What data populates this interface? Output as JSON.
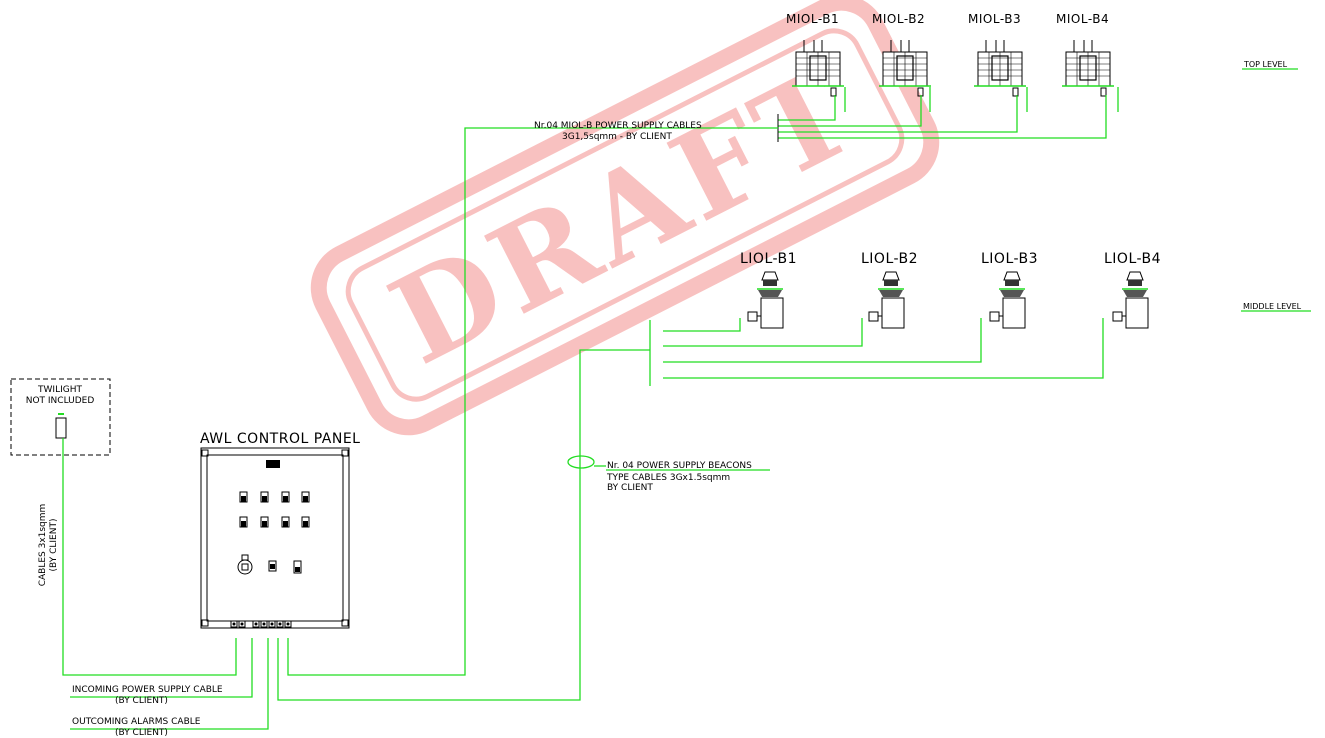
{
  "watermark": {
    "text": "DRAFT",
    "color": "#e8261f"
  },
  "colors": {
    "cable": "#22dd22",
    "outline": "#000000"
  },
  "levels": {
    "top": "TOP LEVEL",
    "middle": "MIDDLE LEVEL"
  },
  "miol": {
    "labels": [
      "MIOL-B1",
      "MIOL-B2",
      "MIOL-B3",
      "MIOL-B4"
    ],
    "cable_note_line1": "Nr.04  MIOL-B  POWER  SUPPLY  CABLES",
    "cable_note_line2": "3G1,5sqmm   -   BY  CLIENT"
  },
  "liol": {
    "labels": [
      "LIOL-B1",
      "LIOL-B2",
      "LIOL-B3",
      "LIOL-B4"
    ]
  },
  "beacons_note": {
    "line1": "Nr.  04  POWER  SUPPLY  BEACONS",
    "line2": "TYPE  CABLES  3Gx1.5sqmm",
    "line3": "BY  CLIENT"
  },
  "twilight": {
    "line1": "TWILIGHT",
    "line2": "NOT  INCLUDED"
  },
  "panel": {
    "title": "AWL  CONTROL  PANEL"
  },
  "twilight_cable": {
    "line1": "CABLES  3x1sqmm",
    "line2": "(BY  CLIENT)"
  },
  "incoming": {
    "line1": "INCOMING  POWER  SUPPLY  CABLE",
    "line2": "(BY  CLIENT)"
  },
  "outcoming": {
    "line1": "OUTCOMING  ALARMS  CABLE",
    "line2": "(BY  CLIENT)"
  }
}
